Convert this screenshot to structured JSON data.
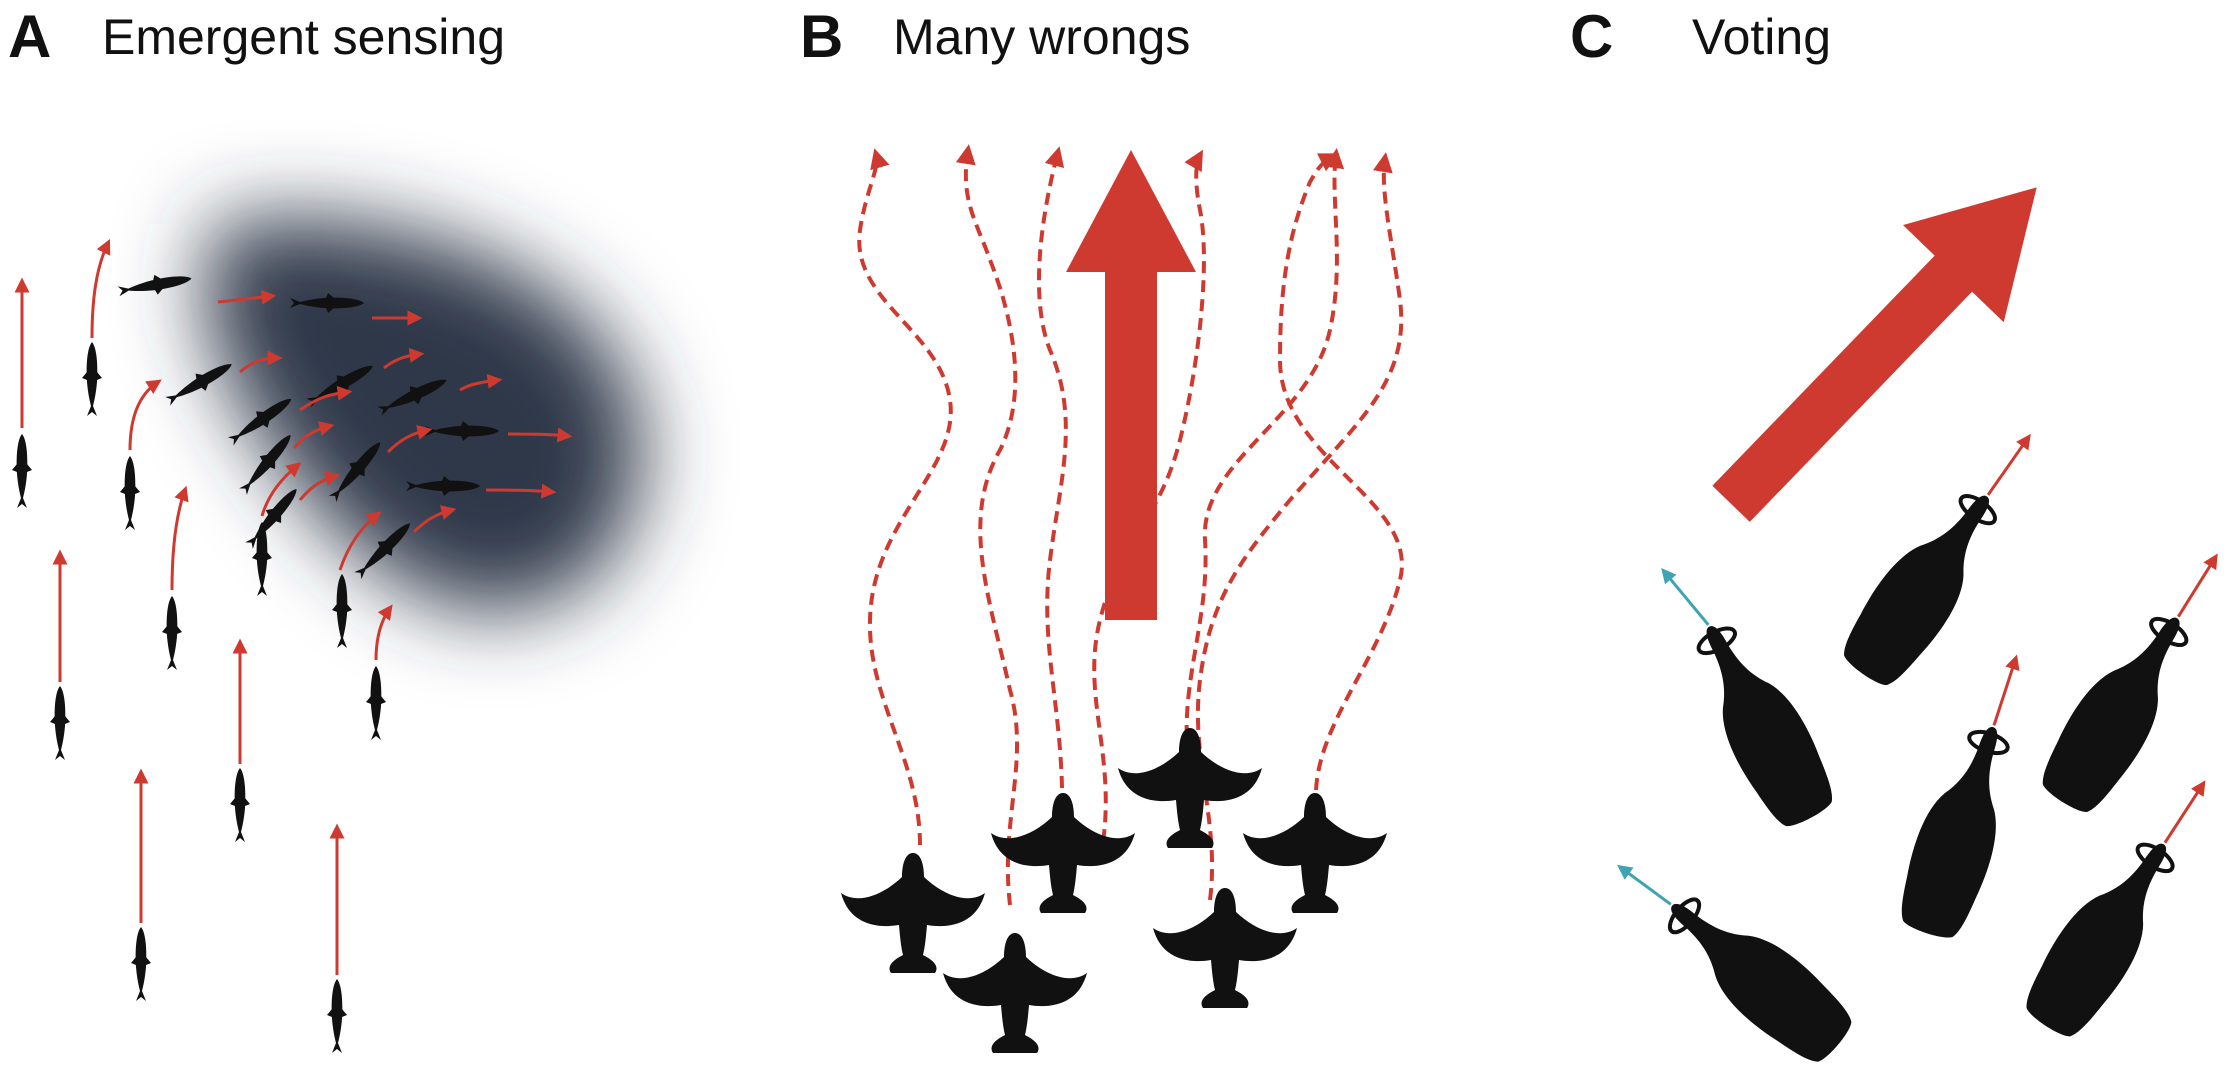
{
  "colors": {
    "arrow_red": "#cf3a30",
    "teal": "#3ea4b4",
    "silhouette": "#111111",
    "shade": "#2d3848"
  },
  "panels": [
    {
      "letter": "A",
      "title": "Emergent sensing",
      "figure": "fish-school-in-shade-gradient"
    },
    {
      "letter": "B",
      "title": "Many wrongs",
      "figure": "bird-flock-dashed-paths"
    },
    {
      "letter": "C",
      "title": "Voting",
      "figure": "tilted-animal-group-votes"
    }
  ]
}
